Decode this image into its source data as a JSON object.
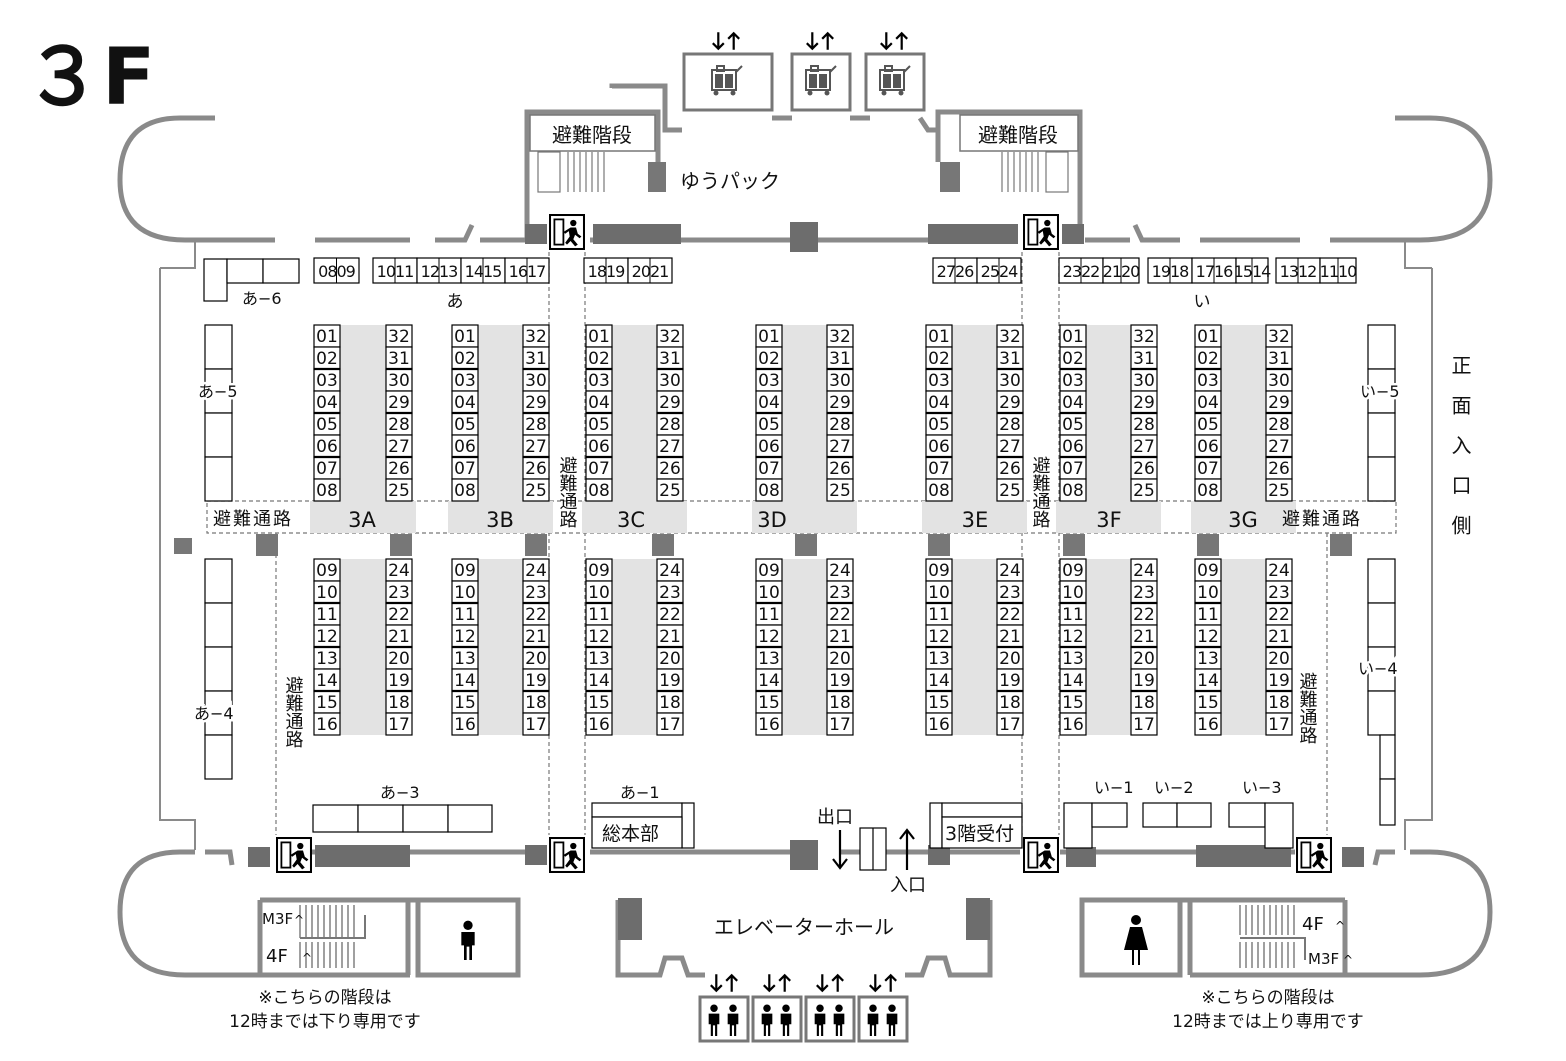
{
  "floor": "３F",
  "labels": {
    "yupack": "ゆうパック",
    "evac_stairs": "避難階段",
    "area_a": "あ",
    "area_i": "い",
    "entrance_side": "正面入口側",
    "evac_route": "避難通路",
    "exit": "出口",
    "entrance": "入口",
    "elevator_hall": "エレベーターホール",
    "hq": "総本部",
    "reception": "3階受付",
    "m3f_up": "M3F",
    "f4": "4F",
    "stair_note_left_1": "※こちらの階段は",
    "stair_note_left_2": "12時までは下り専用です",
    "stair_note_right_1": "※こちらの階段は",
    "stair_note_right_2": "12時までは上り専用です"
  },
  "blocks": [
    "3A",
    "3B",
    "3C",
    "3D",
    "3E",
    "3F",
    "3G"
  ],
  "booth_numbers": {
    "left_upper": [
      "01",
      "02",
      "03",
      "04",
      "05",
      "06",
      "07",
      "08"
    ],
    "right_upper": [
      "32",
      "31",
      "30",
      "29",
      "28",
      "27",
      "26",
      "25"
    ],
    "left_lower": [
      "09",
      "10",
      "11",
      "12",
      "13",
      "14",
      "15",
      "16"
    ],
    "right_lower": [
      "24",
      "23",
      "22",
      "21",
      "20",
      "19",
      "18",
      "17"
    ]
  },
  "top_wall_booths": [
    {
      "label": "0809"
    },
    {
      "label": "1011"
    },
    {
      "label": "1213"
    },
    {
      "label": "1415"
    },
    {
      "label": "1617"
    },
    {
      "label": "1819"
    },
    {
      "label": "2021"
    },
    {
      "label": "2726"
    },
    {
      "label": "2524"
    },
    {
      "label": "2322"
    },
    {
      "label": "2120"
    },
    {
      "label": "1918"
    },
    {
      "label": "1716"
    },
    {
      "label": "1514"
    },
    {
      "label": "1312"
    },
    {
      "label": "1110"
    }
  ],
  "side_groups": {
    "a1": "あ−1",
    "a3": "あ−3",
    "a4": "あ−4",
    "a5": "あ−5",
    "a6": "あ−6",
    "i1": "い−1",
    "i2": "い−2",
    "i3": "い−3",
    "i4": "い−4",
    "i5": "い−5"
  },
  "icons": [
    "emergency-exit-icon",
    "elevator-icon",
    "freight-elevator-icon",
    "male-toilet-icon",
    "female-toilet-icon",
    "stairs-icon",
    "up-down-arrow-icon"
  ]
}
